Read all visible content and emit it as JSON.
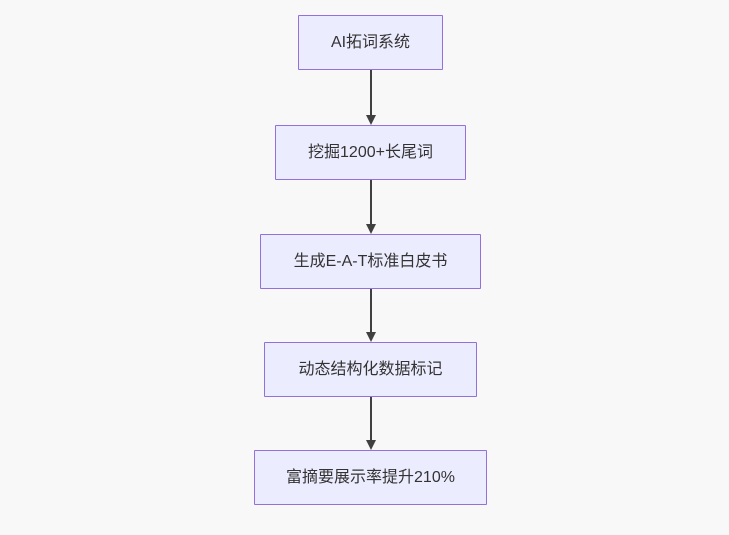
{
  "diagram": {
    "type": "flowchart",
    "direction": "top-down",
    "nodes": [
      {
        "id": "A",
        "label": "AI拓词系统"
      },
      {
        "id": "B",
        "label": "挖掘1200+长尾词"
      },
      {
        "id": "C",
        "label": "生成E-A-T标准白皮书"
      },
      {
        "id": "D",
        "label": "动态结构化数据标记"
      },
      {
        "id": "E",
        "label": "富摘要展示率提升210%"
      }
    ],
    "edges": [
      {
        "from": "A",
        "to": "B"
      },
      {
        "from": "B",
        "to": "C"
      },
      {
        "from": "C",
        "to": "D"
      },
      {
        "from": "D",
        "to": "E"
      }
    ],
    "colors": {
      "background": "#f8f8f8",
      "node_fill": "#ECECFF",
      "node_border": "#9370DB",
      "text": "#333333",
      "edge": "#404040"
    }
  }
}
